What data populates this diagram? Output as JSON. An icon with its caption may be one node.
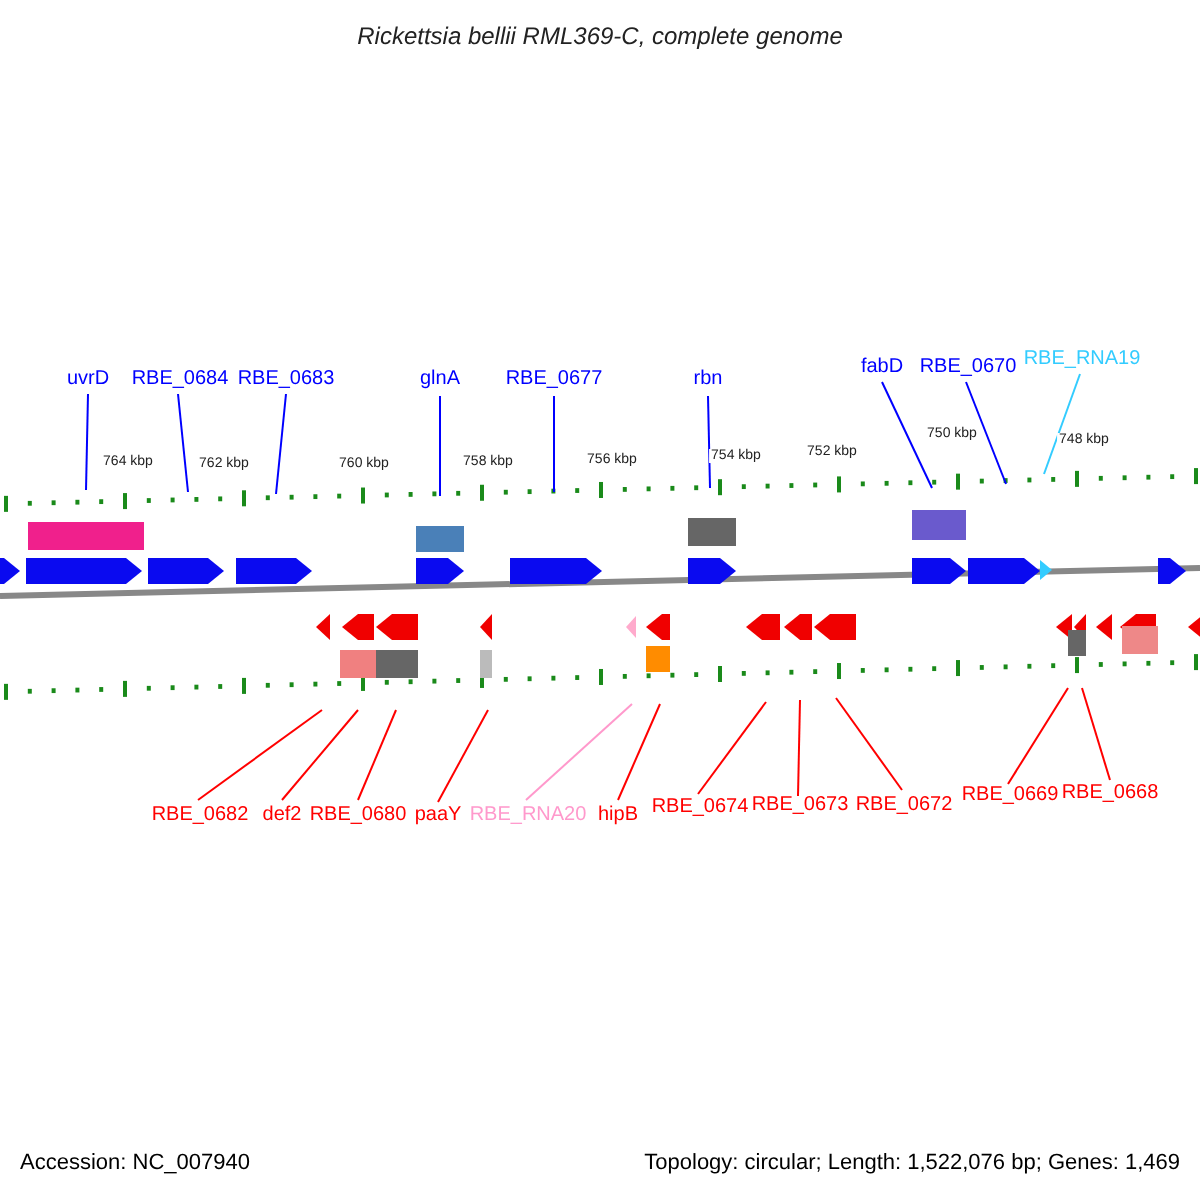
{
  "diagram": {
    "title": "Rickettsia bellii RML369-C, complete genome",
    "nodes": [
      {
        "text": [
          "uvrD"
        ]
      },
      {
        "text": [
          "RBE_0684"
        ]
      },
      {
        "text": [
          "RBE_0683"
        ]
      },
      {
        "text": [
          "glnA"
        ]
      },
      {
        "text": [
          "RBE_0677"
        ]
      },
      {
        "text": [
          "rbn"
        ]
      },
      {
        "text": [
          "fabD"
        ]
      },
      {
        "text": [
          "RBE_0670"
        ]
      },
      {
        "text": [
          "RBE_RNA19"
        ]
      },
      {
        "text": [
          "RBE_0682"
        ]
      },
      {
        "text": [
          "def2"
        ]
      },
      {
        "text": [
          "RBE_0680"
        ]
      },
      {
        "text": [
          "paaY"
        ]
      },
      {
        "text": [
          "RBE_RNA20"
        ]
      },
      {
        "text": [
          "hipB"
        ]
      },
      {
        "text": [
          "RBE_0674"
        ]
      },
      {
        "text": [
          "RBE_0673"
        ]
      },
      {
        "text": [
          "RBE_0672"
        ]
      },
      {
        "text": [
          "RBE_0669"
        ]
      },
      {
        "text": [
          "RBE_0668"
        ]
      }
    ],
    "edges": [
      {
        "from": 0,
        "to": null,
        "arrow": "none",
        "color": "#0000ff"
      },
      {
        "from": 1,
        "to": null,
        "arrow": "none",
        "color": "#0000ff"
      },
      {
        "from": 2,
        "to": null,
        "arrow": "none",
        "color": "#0000ff"
      },
      {
        "from": 3,
        "to": null,
        "arrow": "none",
        "color": "#0000ff"
      },
      {
        "from": 4,
        "to": null,
        "arrow": "none",
        "color": "#0000ff"
      },
      {
        "from": 5,
        "to": null,
        "arrow": "none",
        "color": "#0000ff"
      },
      {
        "from": 6,
        "to": null,
        "arrow": "none",
        "color": "#0000ff"
      },
      {
        "from": 7,
        "to": null,
        "arrow": "none",
        "color": "#0000ff"
      },
      {
        "from": 8,
        "to": null,
        "arrow": "none",
        "color": "#33ccff"
      },
      {
        "from": 9,
        "to": null,
        "arrow": "none",
        "color": "#ff0000"
      },
      {
        "from": 10,
        "to": null,
        "arrow": "none",
        "color": "#ff0000"
      },
      {
        "from": 11,
        "to": null,
        "arrow": "none",
        "color": "#ff0000"
      },
      {
        "from": 12,
        "to": null,
        "arrow": "none",
        "color": "#ff0000"
      },
      {
        "from": 13,
        "to": null,
        "arrow": "none",
        "color": "#ff99cc"
      },
      {
        "from": 14,
        "to": null,
        "arrow": "none",
        "color": "#ff0000"
      },
      {
        "from": 15,
        "to": null,
        "arrow": "none",
        "color": "#ff0000"
      },
      {
        "from": 16,
        "to": null,
        "arrow": "none",
        "color": "#ff0000"
      },
      {
        "from": 17,
        "to": null,
        "arrow": "none",
        "color": "#ff0000"
      },
      {
        "from": 18,
        "to": null,
        "arrow": "none",
        "color": "#ff0000"
      },
      {
        "from": 19,
        "to": null,
        "arrow": "none",
        "color": "#ff0000"
      }
    ],
    "labels": [
      "764 kbp",
      "762 kbp",
      "760 kbp",
      "758 kbp",
      "756 kbp",
      "754 kbp",
      "752 kbp",
      "750 kbp",
      "748 kbp",
      "Accession: NC_007940",
      "Topology: circular; Length: 1,522,076 bp; Genes: 1,469"
    ]
  }
}
